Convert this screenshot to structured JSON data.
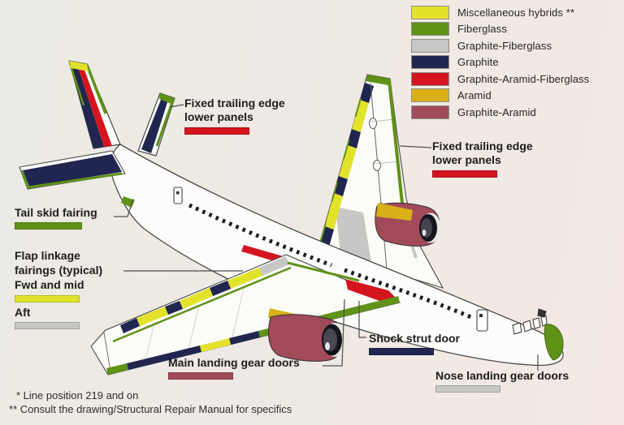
{
  "materials": {
    "misc": "#e2e22b",
    "fiberglass": "#5f9217",
    "gfg": "#c7c7c5",
    "graphite": "#20264f",
    "gaf": "#d41520",
    "aramid": "#d9b017",
    "ga": "#a04a5a"
  },
  "legend": {
    "items": [
      {
        "label": "Miscellaneous hybrids **",
        "material": "misc"
      },
      {
        "label": "Fiberglass",
        "material": "fiberglass"
      },
      {
        "label": "Graphite-Fiberglass",
        "material": "gfg"
      },
      {
        "label": "Graphite",
        "material": "graphite"
      },
      {
        "label": "Graphite-Aramid-Fiberglass",
        "material": "gaf"
      },
      {
        "label": "Aramid",
        "material": "aramid"
      },
      {
        "label": "Graphite-Aramid",
        "material": "ga"
      }
    ]
  },
  "callouts": {
    "fixed_te_left": {
      "line1": "Fixed trailing edge",
      "line2": "lower panels"
    },
    "fixed_te_right": {
      "line1": "Fixed trailing edge",
      "line2": "lower panels"
    },
    "tail_skid": {
      "label": "Tail skid fairing"
    },
    "flap_linkage": {
      "line1": "Flap linkage",
      "line2": "fairings (typical)",
      "fwd_mid": "Fwd and mid",
      "aft": "Aft"
    },
    "main_gear": {
      "label": "Main landing gear doors"
    },
    "shock_strut": {
      "label": "Shock strut door"
    },
    "nose_gear": {
      "label": "Nose landing gear doors"
    }
  },
  "footnotes": {
    "line1": "* Line position 219 and on",
    "line2": "** Consult the drawing/Structural Repair Manual for specifics"
  }
}
